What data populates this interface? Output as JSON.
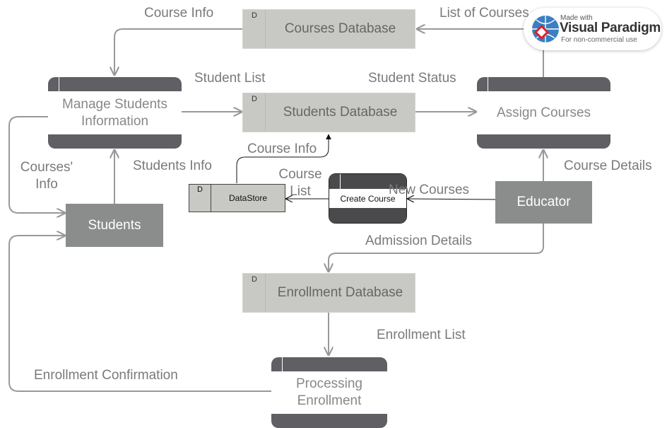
{
  "data_stores": {
    "courses": {
      "id": "D",
      "title": "Courses Database"
    },
    "students": {
      "id": "D",
      "title": "Students Database"
    },
    "enrollment": {
      "id": "D",
      "title": "Enrollment Database"
    },
    "datastore": {
      "id": "D",
      "title": "DataStore"
    }
  },
  "processes": {
    "manage_students": "Manage Students Information",
    "assign_courses": "Assign Courses",
    "processing_enrollment": "Processing Enrollment",
    "create_course": "Create Course"
  },
  "entities": {
    "students": "Students",
    "educator": "Educator"
  },
  "flow_labels": {
    "course_info_top": "Course Info",
    "list_of_courses": "List of Courses",
    "student_list": "Student List",
    "student_status": "Student Status",
    "course_info_mid": "Course Info",
    "courses_info": "Courses' Info",
    "students_info": "Students Info",
    "course_list": "Course List",
    "new_courses": "New Courses",
    "course_details": "Course Details",
    "admission_details": "Admission Details",
    "enrollment_list": "Enrollment List",
    "enrollment_confirmation": "Enrollment Confirmation"
  },
  "watermark": {
    "made_with": "Made with",
    "brand": "Visual Paradigm",
    "subtitle": "For non-commercial use"
  },
  "colors": {
    "connector": "#999999",
    "process_bar": "#5f5f64",
    "data_store_fill": "#c8c8c4",
    "entity_fill": "#8a8d8b",
    "label_text": "#7a7a7a"
  }
}
